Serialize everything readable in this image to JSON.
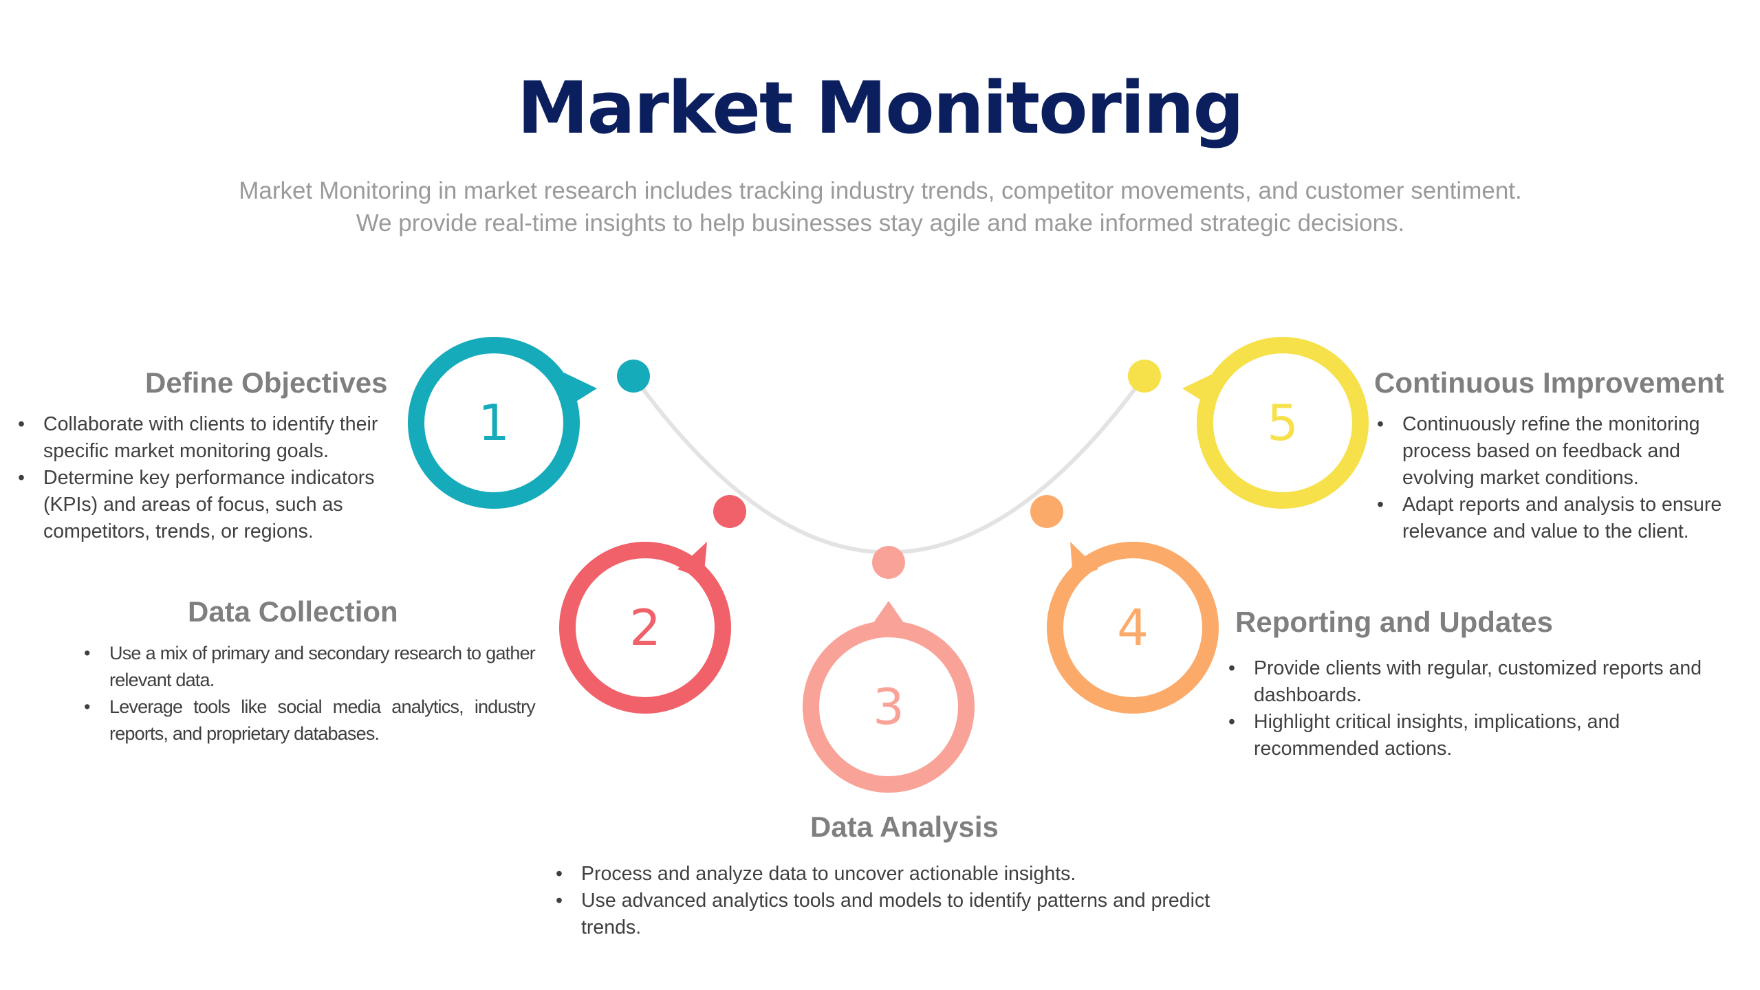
{
  "header": {
    "title": "Market Monitoring",
    "subtitle_lines": [
      "Market Monitoring in market research includes tracking industry trends, competitor movements, and customer sentiment.",
      "We provide real-time insights to help businesses stay agile and make informed strategic decisions."
    ]
  },
  "steps": [
    {
      "number": "1",
      "color": "#15abbb",
      "heading": "Define Objectives",
      "bullets": [
        "Collaborate with clients to identify their specific market monitoring goals.",
        "Determine key performance indicators (KPIs) and areas of focus, such as competitors, trends, or regions."
      ]
    },
    {
      "number": "2",
      "color": "#f0616a",
      "heading": "Data Collection",
      "bullets": [
        "Use a mix of primary and secondary research to gather relevant data.",
        "Leverage tools like social media analytics, industry reports, and proprietary databases."
      ]
    },
    {
      "number": "3",
      "color": "#f9a398",
      "heading": "Data Analysis",
      "bullets": [
        "Process and analyze data to uncover actionable insights.",
        "Use advanced analytics tools and models to identify patterns and predict trends."
      ]
    },
    {
      "number": "4",
      "color": "#fcaa69",
      "heading": "Reporting and Updates",
      "bullets": [
        "Provide clients with regular, customized reports and dashboards.",
        "Highlight critical insights, implications, and recommended actions."
      ]
    },
    {
      "number": "5",
      "color": "#f6e14b",
      "heading": "Continuous Improvement",
      "bullets": [
        "Continuously refine the monitoring process based on feedback and evolving market conditions.",
        "Adapt reports and analysis to ensure relevance and value to the client."
      ]
    }
  ],
  "connector": {
    "arc_color": "#e3e3e3"
  }
}
